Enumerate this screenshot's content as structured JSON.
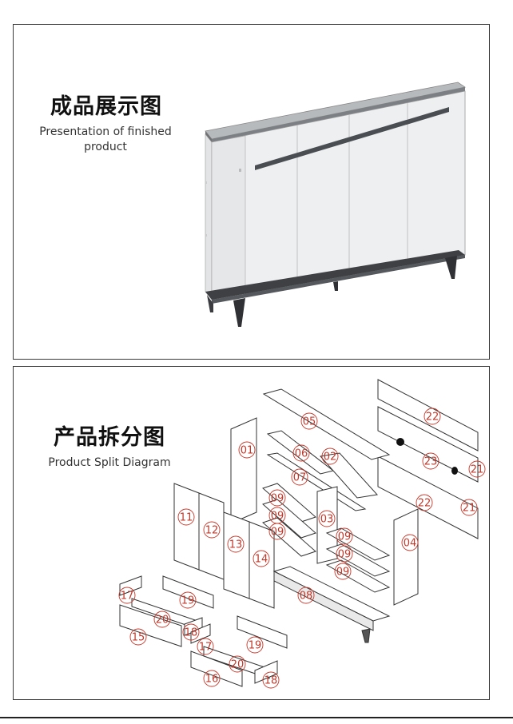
{
  "finished": {
    "title": "成品展示图",
    "subtitle_line1": "Presentation of finished",
    "subtitle_line2": "product"
  },
  "split": {
    "title": "产品拆分图",
    "subtitle": "Product Split Diagram",
    "part_labels": [
      "01",
      "02",
      "03",
      "04",
      "05",
      "06",
      "07",
      "08",
      "09",
      "09",
      "09",
      "09",
      "09",
      "09",
      "11",
      "12",
      "13",
      "14",
      "15",
      "16",
      "17",
      "18",
      "19",
      "19",
      "20",
      "20",
      "21",
      "21",
      "22",
      "22",
      "23",
      "17",
      "18"
    ]
  },
  "colors": {
    "frame": "#3a3a3a",
    "label": "#c0392b",
    "countertop": "#a9acb0",
    "handle": "#4a4d52"
  }
}
